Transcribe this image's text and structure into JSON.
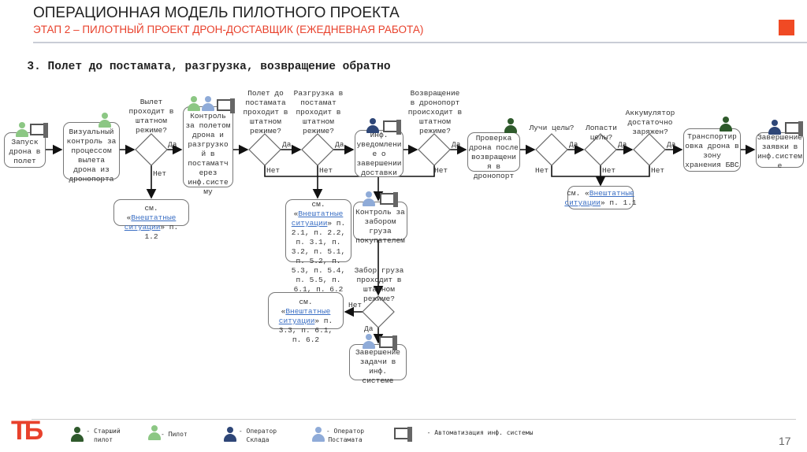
{
  "header": {
    "title": "ОПЕРАЦИОННАЯ МОДЕЛЬ ПИЛОТНОГО ПРОЕКТА",
    "subtitle": "ЭТАП 2 – ПИЛОТНЫЙ ПРОЕКТ ДРОН-ДОСТАВЩИК (ЕЖЕДНЕВНАЯ РАБОТА)",
    "accent": "#f04a24"
  },
  "heading": "3. Полет до постамата, разгрузка, возвращение обратно",
  "boxes": {
    "b1": "Запуск дрона в полет",
    "b2": "Визуальный контроль за процессом вылета дрона из дронопорта",
    "b3": "Контроль за полетом дрона и разгрузко й в постаматч ерез инф.систе му",
    "b4": "Инф. уведомлени е о завершении доставки",
    "b5": "Проверка дрона после возвращени я в дронопорт",
    "b6": "Транспортир овка дрона в зону хранения БВС",
    "b7": "Завершение заявки в инф.систем е",
    "b8": "Контроль за забором груза покупателем",
    "b9": "Завершение задачи в инф. системе"
  },
  "questions": {
    "d1": "Вылет проходит в штатном режиме?",
    "d2": "Полет до постамата проходит в штатном режиме?",
    "d3": "Разгрузка в постамат проходит в штатном режиме?",
    "d4": "Возвращение в дронопорт происходит в штатном режиме?",
    "d5": "Лучи целы?",
    "d6": "Лопасти целы?",
    "d7": "Аккумулятор достаточно заряжен?",
    "d8": "Забор груза проходит в штатном режиме?"
  },
  "labels": {
    "yes": "Да",
    "no": "Нет"
  },
  "refs": {
    "prefix": "см. «",
    "link": "Внештатные ситуации",
    "close": "»",
    "s1": " п. 1.2",
    "s2": " п. 2.1, п. 2.2, п. 3.1, п. 3.2, п. 5.1, п. 5.2, п. 5.3, п. 5.4, п. 5.5, п. 6.1, п. 6.2",
    "s3": " п. 3.3, п. 6.1, п. 6.2",
    "s4": " п. 1.1"
  },
  "legend": [
    {
      "label": "- Старший пилот",
      "icon": "senior-pilot",
      "color": "#2f5a2c"
    },
    {
      "label": "- Пилот",
      "icon": "pilot",
      "color": "#8cc784"
    },
    {
      "label": "- Оператор Склада",
      "icon": "warehouse-operator",
      "color": "#2e4677"
    },
    {
      "label": "- Оператор Постамата",
      "icon": "postamat-operator",
      "color": "#8fabd8"
    },
    {
      "label": "- Автоматизация инф. системы",
      "icon": "computer"
    }
  ],
  "page_number": "17",
  "logo": "ТБ"
}
